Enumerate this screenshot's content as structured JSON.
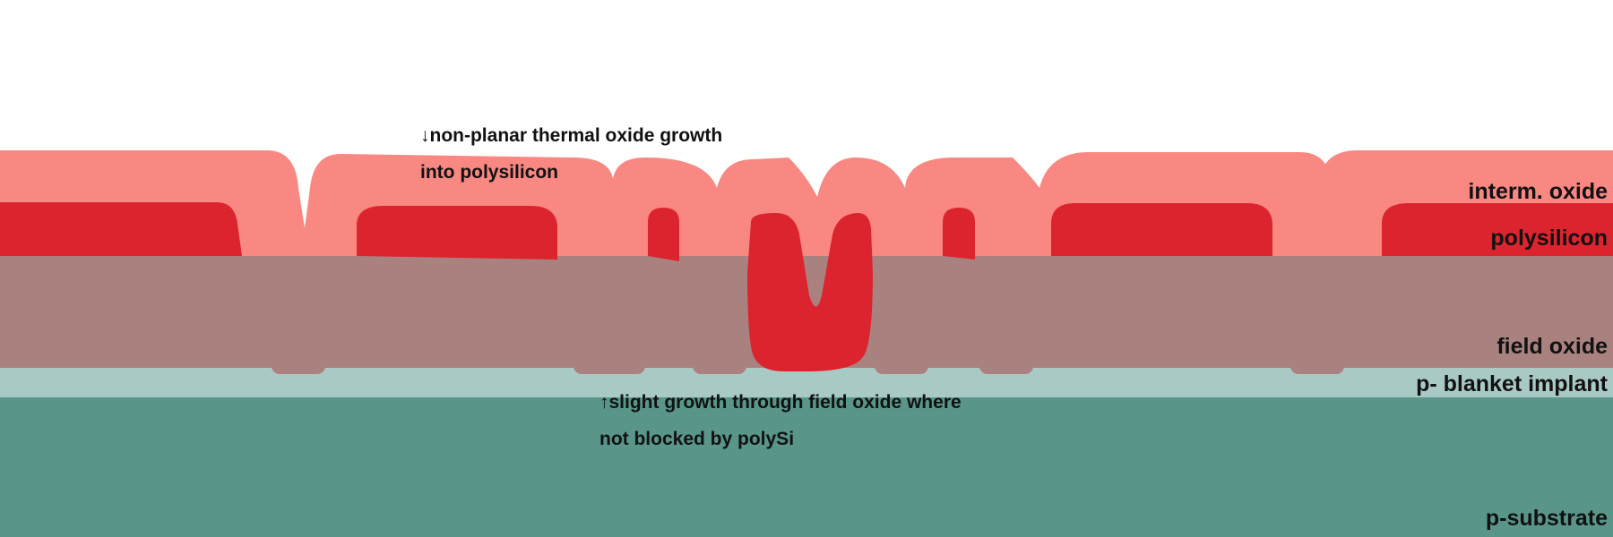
{
  "colors": {
    "background": "#ffffff",
    "intermediate_oxide": "#f98782",
    "polysilicon": "#dc242e",
    "field_oxide": "#a98280",
    "p_blanket_implant": "#a9c9c5",
    "p_substrate": "#599689"
  },
  "layers": {
    "interm_oxide": "interm. oxide",
    "polysilicon": "polysilicon",
    "field_oxide": "field oxide",
    "p_blanket_implant": "p- blanket implant",
    "p_substrate": "p-substrate"
  },
  "annotations": {
    "top_line1": "↓non-planar thermal oxide growth",
    "top_line2": "into polysilicon",
    "bottom_line1": "↑slight growth through field oxide where",
    "bottom_line2": "not blocked by polySi"
  }
}
